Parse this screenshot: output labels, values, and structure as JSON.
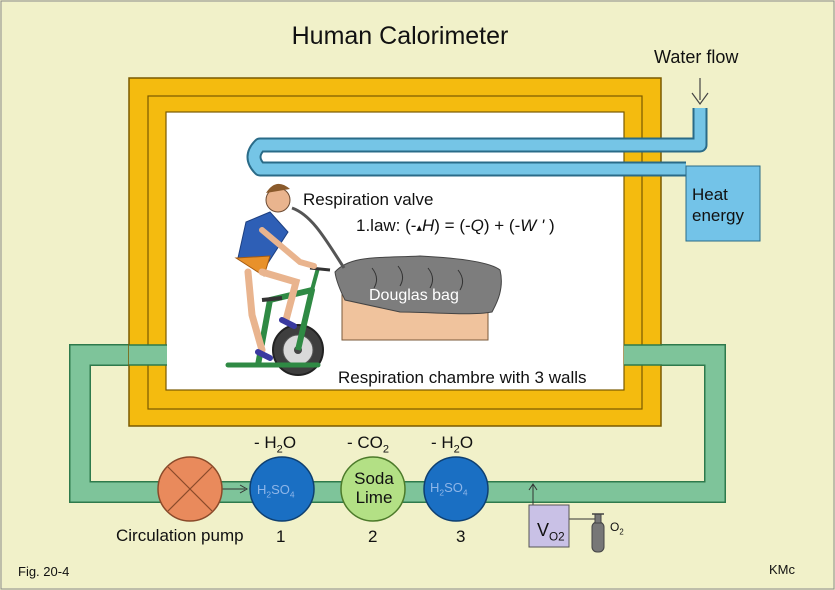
{
  "title": "Human Calorimeter",
  "water_flow": "Water flow",
  "respiration_valve": "Respiration valve",
  "law": {
    "prefix": "1.law: (-",
    "delta": "▴",
    "H": "H",
    "mid1": ") = (-",
    "Q": "Q",
    "mid2": ") + (-",
    "W": "W '",
    "suffix": " )"
  },
  "douglas_bag": "Douglas bag",
  "chamber": "Respiration chambre with 3 walls",
  "heat_energy": {
    "line1": "Heat",
    "line2": "energy"
  },
  "stages": [
    {
      "label_main": "- H",
      "label_sub": "2",
      "label_tail": "O",
      "content_a": "H",
      "content_sub1": "2",
      "content_b": "SO",
      "content_sub2": "4",
      "number": "1"
    },
    {
      "label_main": "- CO",
      "label_sub": "2",
      "label_tail": "",
      "content_line1": "Soda",
      "content_line2": "Lime",
      "number": "2"
    },
    {
      "label_main": "- H",
      "label_sub": "2",
      "label_tail": "O",
      "content_a": "H",
      "content_sub1": "2",
      "content_b": "SO",
      "content_sub2": "4",
      "number": "3"
    }
  ],
  "circulation_pump": "Circulation pump",
  "vo2": {
    "main": "V",
    "sub": "O2"
  },
  "o2": {
    "main": "O",
    "sub": "2"
  },
  "figure_label": "Fig. 20-4",
  "author": "KMc",
  "colors": {
    "background": "#f1f1c9",
    "wall_gold": "#f4bb0f",
    "chamber_inner": "#ffffff",
    "water_pipe": "#75c5e6",
    "pipe_outline": "#2a6b88",
    "heat_box": "#73c3e8",
    "air_pipe": "#7ec49a",
    "absorber_blue": "#1a6fc3",
    "soda_green": "#b3e085",
    "pump_orange": "#e98a5c",
    "vo2_box": "#c9c1e6",
    "bag_gray": "#7d7d7d",
    "box_tan": "#f0c39d"
  }
}
